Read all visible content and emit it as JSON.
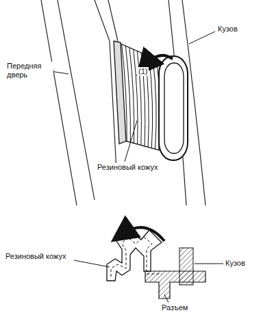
{
  "diagram": {
    "labels": [
      "(1)",
      "Кузов",
      "Передняя дверь",
      "Резиновый кожух",
      "Резиновый кожух",
      "Кузов",
      "Разъем"
    ]
  }
}
